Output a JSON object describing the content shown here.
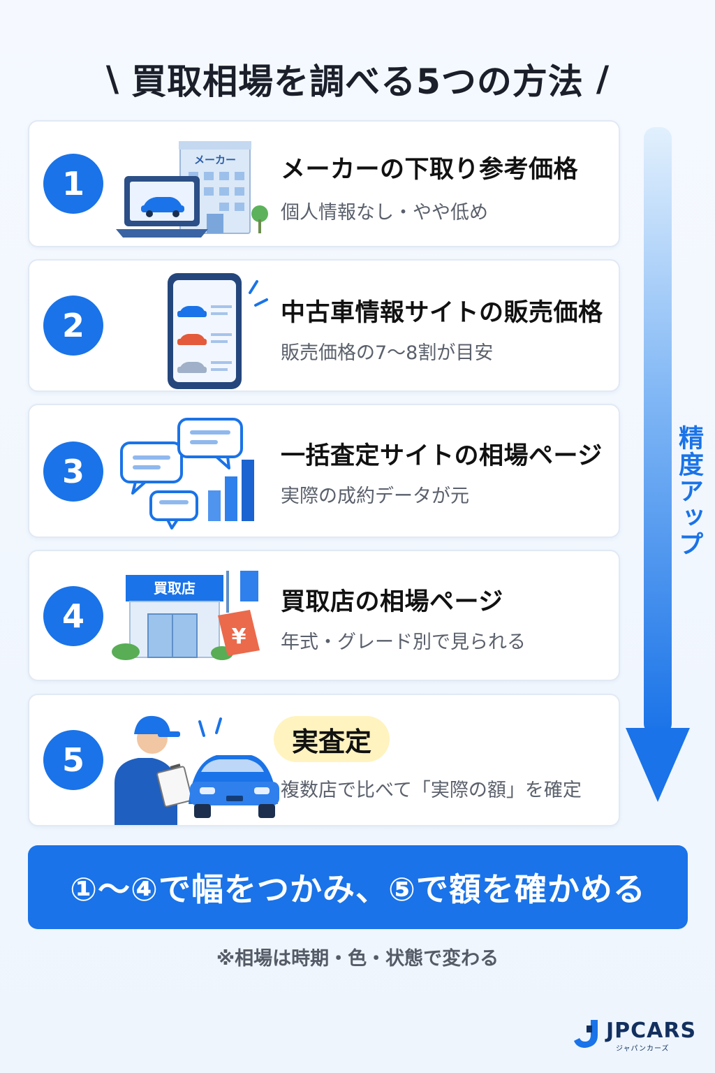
{
  "title": "買取相場を調べる5つの方法",
  "slash_left": "\\",
  "slash_right": "/",
  "cards": [
    {
      "num": "1",
      "title": "メーカーの下取り参考価格",
      "sub": "個人情報なし・やや低め",
      "illus_label": "メーカー"
    },
    {
      "num": "2",
      "title": "中古車情報サイトの販売価格",
      "sub": "販売価格の7〜8割が目安"
    },
    {
      "num": "3",
      "title": "一括査定サイトの相場ページ",
      "sub": "実際の成約データが元"
    },
    {
      "num": "4",
      "title": "買取店の相場ページ",
      "sub": "年式・グレード別で見られる",
      "illus_label": "買取店",
      "yen": "¥"
    },
    {
      "num": "5",
      "title": "実査定",
      "sub": "複数店で比べて「実際の額」を確定"
    }
  ],
  "arrow_label": "精度アップ",
  "banner": "①〜④で幅をつかみ、⑤で額を確かめる",
  "note": "※相場は時期・色・状態で変わる",
  "logo": {
    "name": "JPCARS",
    "sub": "ジャパンカーズ"
  },
  "colors": {
    "accent": "#1a73e8",
    "badge": "#fff3bf",
    "card_border": "#e1e9f4"
  }
}
